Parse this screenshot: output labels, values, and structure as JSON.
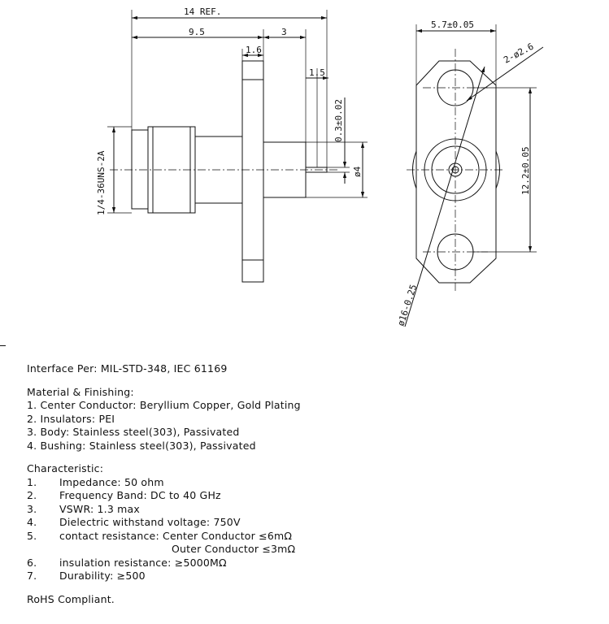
{
  "drawing": {
    "dims": {
      "ref": "14 REF.",
      "d_9_5": "9.5",
      "d_3": "3",
      "d_1_6": "1.6",
      "d_1_5": "1.5",
      "d_0_3": "0.3±0.02",
      "d_phi4": "ø4",
      "thread": "1/4-36UNS-2A",
      "width": "5.7±0.05",
      "holes": "2-ø2.6",
      "spacing": "12.2±0.05",
      "flange_dia": "ø16-0.25"
    }
  },
  "notes": {
    "interface": "Interface Per: MIL-STD-348, IEC 61169",
    "material_title": "Material & Finishing:",
    "materials": [
      "1. Center Conductor: Beryllium Copper, Gold Plating",
      "2. Insulators: PEI",
      "3. Body: Stainless steel(303), Passivated",
      "4. Bushing: Stainless steel(303), Passivated"
    ],
    "char_title": "Characteristic:",
    "characteristics": [
      {
        "n": "1.",
        "t": "Impedance: 50 ohm"
      },
      {
        "n": "2.",
        "t": "Frequency Band: DC to 40 GHz"
      },
      {
        "n": "3.",
        "t": "VSWR: 1.3 max"
      },
      {
        "n": "4.",
        "t": "Dielectric withstand voltage: 750V"
      },
      {
        "n": "5.",
        "t": "contact resistance: Center Conductor ≤6mΩ"
      },
      {
        "n": "",
        "t": "Outer Conductor ≤3mΩ"
      },
      {
        "n": "6.",
        "t": "insulation resistance: ≥5000MΩ"
      },
      {
        "n": "7.",
        "t": "Durability: ≥500"
      }
    ],
    "rohs": "RoHS Compliant."
  }
}
